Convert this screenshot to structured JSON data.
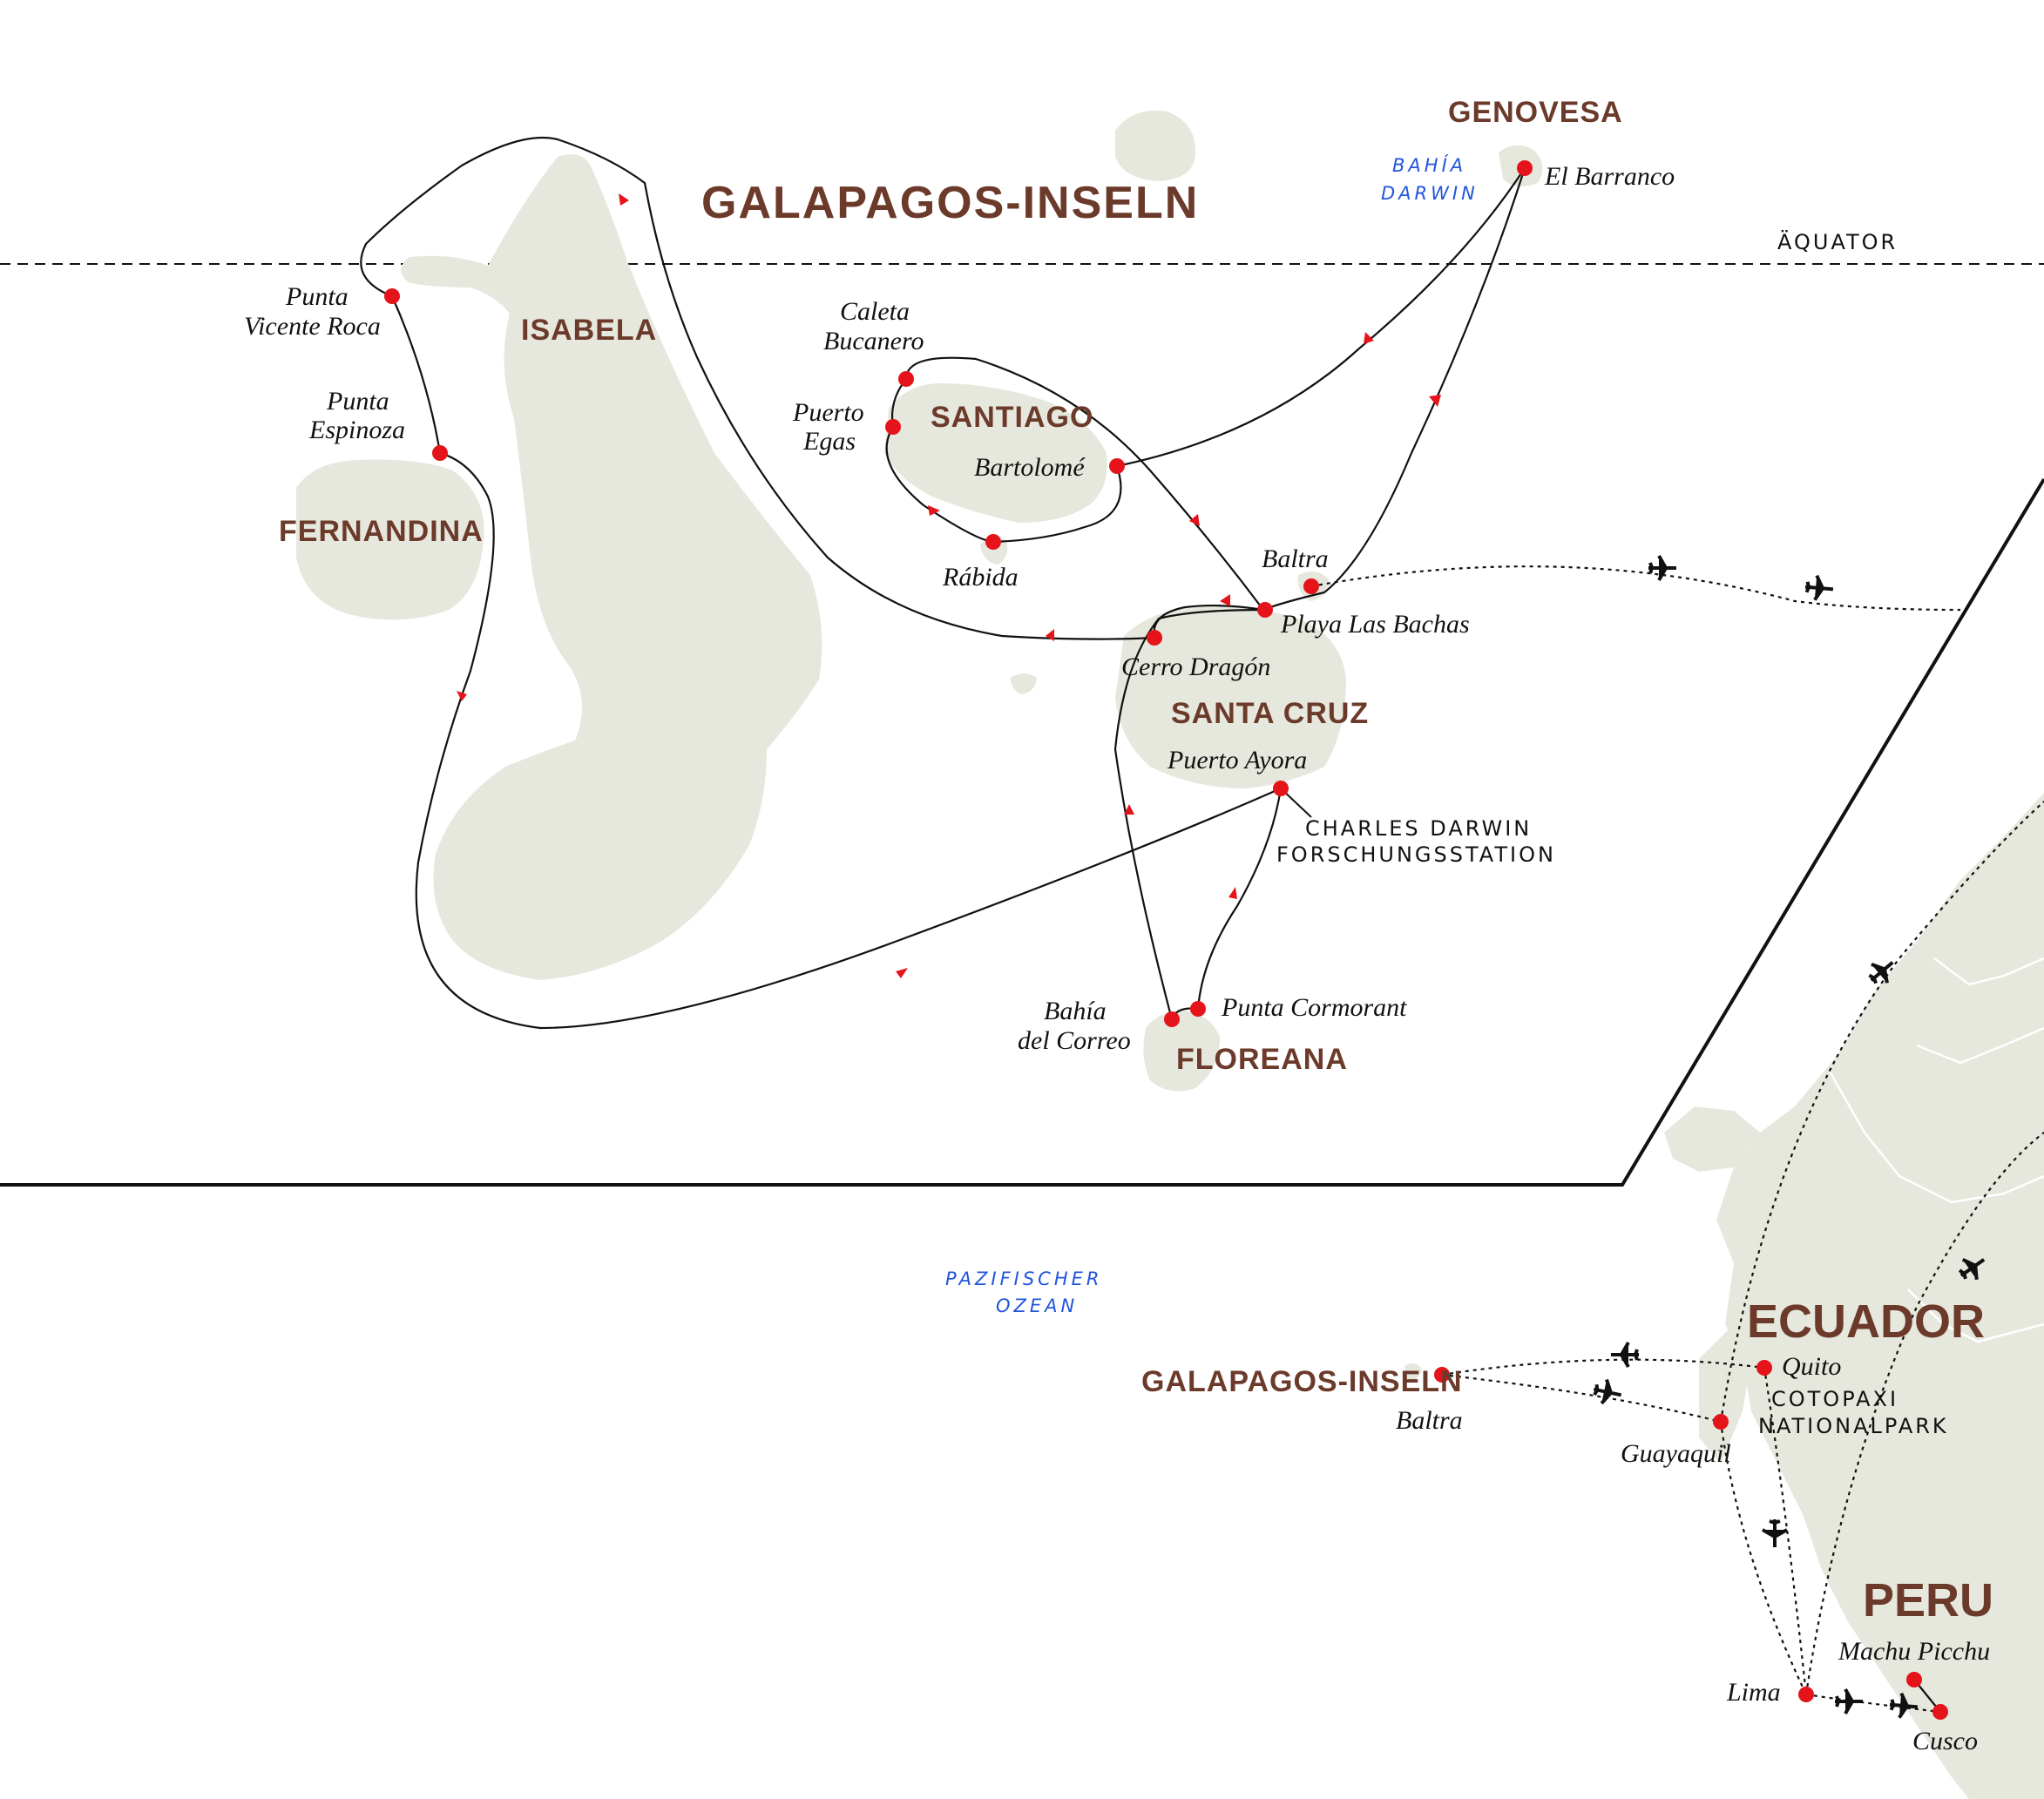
{
  "title": "GALAPAGOS-INSELN",
  "equator_label": "ÄQUATOR",
  "water": {
    "bahia_darwin": [
      "BAHÍA",
      "DARWIN"
    ],
    "pacific": [
      "PAZIFISCHER",
      "OZEAN"
    ]
  },
  "islands": {
    "genovesa": "GENOVESA",
    "isabela": "ISABELA",
    "fernandina": "FERNANDINA",
    "santiago": "SANTIAGO",
    "santa_cruz": "SANTA CRUZ",
    "floreana": "FLOREANA"
  },
  "stops": {
    "el_barranco": "El Barranco",
    "punta_vicente_roca": [
      "Punta",
      "Vicente Roca"
    ],
    "punta_espinoza": [
      "Punta",
      "Espinoza"
    ],
    "caleta_bucanero": [
      "Caleta",
      "Bucanero"
    ],
    "puerto_egas": [
      "Puerto",
      "Egas"
    ],
    "bartolome": "Bartolomé",
    "rabida": "Rábida",
    "baltra": "Baltra",
    "playa_las_bachas": "Playa Las Bachas",
    "cerro_dragon": "Cerro Dragón",
    "puerto_ayora": "Puerto Ayora",
    "bahia_del_correo": [
      "Bahía",
      "del Correo"
    ],
    "punta_cormorant": "Punta Cormorant"
  },
  "research_station": [
    "CHARLES DARWIN",
    "FORSCHUNGSSTATION"
  ],
  "inset": {
    "galapagos_label": "GALAPAGOS-INSELN",
    "baltra": "Baltra",
    "quito": "Quito",
    "guayaquil": "Guayaquil",
    "cotopaxi": [
      "COTOPAXI",
      "NATIONALPARK"
    ],
    "ecuador": "ECUADOR",
    "peru": "PERU",
    "lima": "Lima",
    "machu_picchu": "Machu Picchu",
    "cusco": "Cusco"
  },
  "colors": {
    "land": "#e6e8dd",
    "stop": "#e5141b",
    "label_brown": "#6b3a2a",
    "water_text": "#2255dd",
    "route": "#111111"
  }
}
